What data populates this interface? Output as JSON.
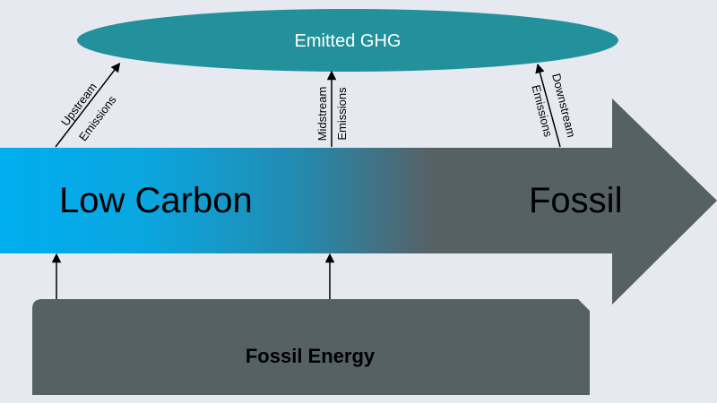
{
  "diagram": {
    "emitted_label": "Emitted GHG",
    "low_carbon_label": "Low Carbon",
    "fossil_label": "Fossil",
    "fossil_energy_label": "Fossil Energy",
    "upstream_line1": "Upstream",
    "upstream_line2": "Emissions",
    "midstream_line1": "Midstream",
    "midstream_line2": "Emissions",
    "downstream_line1": "Downstream",
    "downstream_line2": "Emissions"
  },
  "colors": {
    "background": "#e6eaf0",
    "ellipse": "#23919b",
    "arrow_start": "#00aeef",
    "arrow_end": "#566166",
    "box": "#566166",
    "ink": "#000000",
    "ellipse_text": "#ffffff"
  }
}
